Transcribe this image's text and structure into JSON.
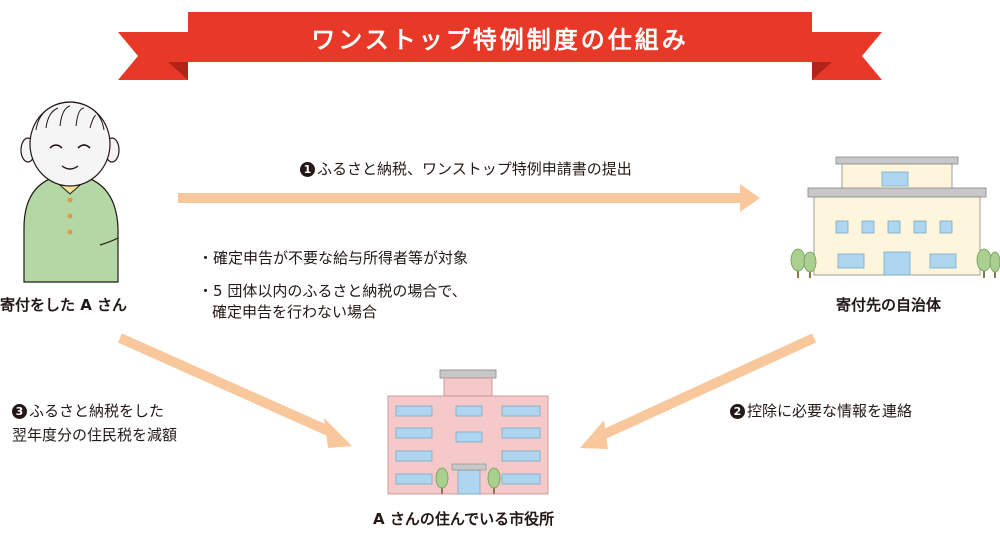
{
  "title": "ワンストップ特例制度の仕組み",
  "actors": {
    "donor": "寄付をした A さん",
    "destination": "寄付先の自治体",
    "city_hall": "A さんの住んでいる市役所"
  },
  "steps": [
    {
      "number": "1",
      "text": "ふるさと納税、ワンストップ特例申請書の提出"
    },
    {
      "number": "2",
      "text": "控除に必要な情報を連絡"
    },
    {
      "number": "3",
      "lines": [
        "ふるさと納税をした",
        "翌年度分の住民税を減額"
      ]
    }
  ],
  "conditions": {
    "bullet": "・",
    "item1": "確定申告が不要な給与所得者等が対象",
    "item2_line1": "5 団体以内のふるさと納税の場合で、",
    "item2_line2": "確定申告を行わない場合"
  },
  "colors": {
    "banner": "#e83828",
    "banner_fold": "#b22417",
    "arrow": "#f8c89c",
    "person_body": "#b3d8a6",
    "person_collar": "#f7e49c",
    "person_skin": "#f5f5f5",
    "building_municipality": "#fdf6dc",
    "building_city_hall": "#f5c9c9",
    "window": "#aed6ef",
    "tree": "#a9d08e"
  },
  "icons": [
    "person-icon",
    "municipality-building-icon",
    "city-hall-building-icon",
    "tree-icon"
  ]
}
